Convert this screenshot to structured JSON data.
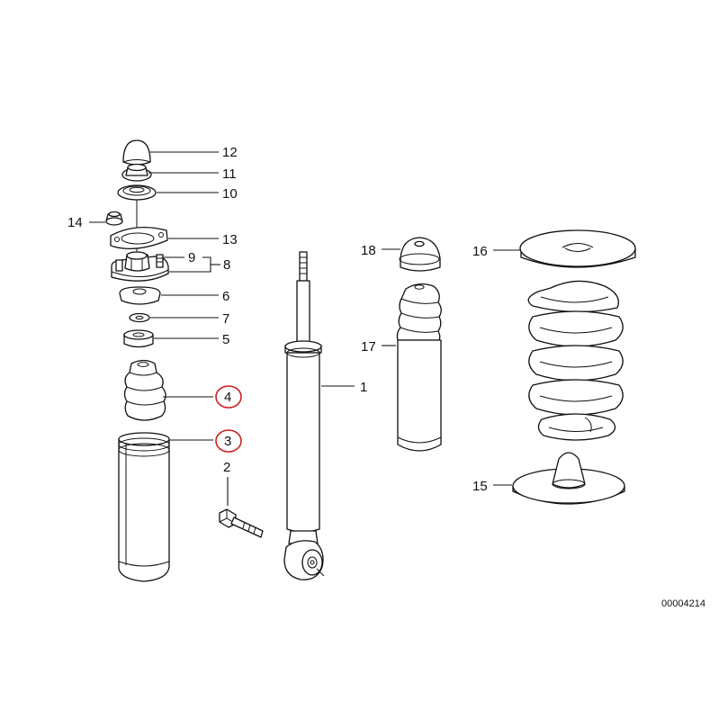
{
  "diagram": {
    "highlight_color": "#cc1f1f",
    "callouts": [
      {
        "key": "p1",
        "label": "1",
        "part": "shock-absorber"
      },
      {
        "key": "p2",
        "label": "2",
        "part": "hex-bolt"
      },
      {
        "key": "p3",
        "label": "3",
        "part": "protection-tube",
        "highlighted": true
      },
      {
        "key": "p4",
        "label": "4",
        "part": "bump-stop",
        "highlighted": true
      },
      {
        "key": "p5",
        "label": "5",
        "part": "spacer-ring"
      },
      {
        "key": "p6",
        "label": "6",
        "part": "support-bearing-cushion"
      },
      {
        "key": "p7",
        "label": "7",
        "part": "washer"
      },
      {
        "key": "p8",
        "label": "8",
        "part": "shock-mount-assembly"
      },
      {
        "key": "p9",
        "label": "9",
        "part": "mount-stud"
      },
      {
        "key": "p10",
        "label": "10",
        "part": "top-washer"
      },
      {
        "key": "p11",
        "label": "11",
        "part": "collar-nut"
      },
      {
        "key": "p12",
        "label": "12",
        "part": "protective-cap"
      },
      {
        "key": "p13",
        "label": "13",
        "part": "gasket"
      },
      {
        "key": "p14",
        "label": "14",
        "part": "hex-nut"
      },
      {
        "key": "p15",
        "label": "15",
        "part": "lower-spring-pad"
      },
      {
        "key": "p16",
        "label": "16",
        "part": "upper-spring-pad"
      },
      {
        "key": "p17",
        "label": "17",
        "part": "dust-boot-with-bump-stop"
      },
      {
        "key": "p18",
        "label": "18",
        "part": "cap"
      }
    ],
    "reference_code": "00004214"
  }
}
